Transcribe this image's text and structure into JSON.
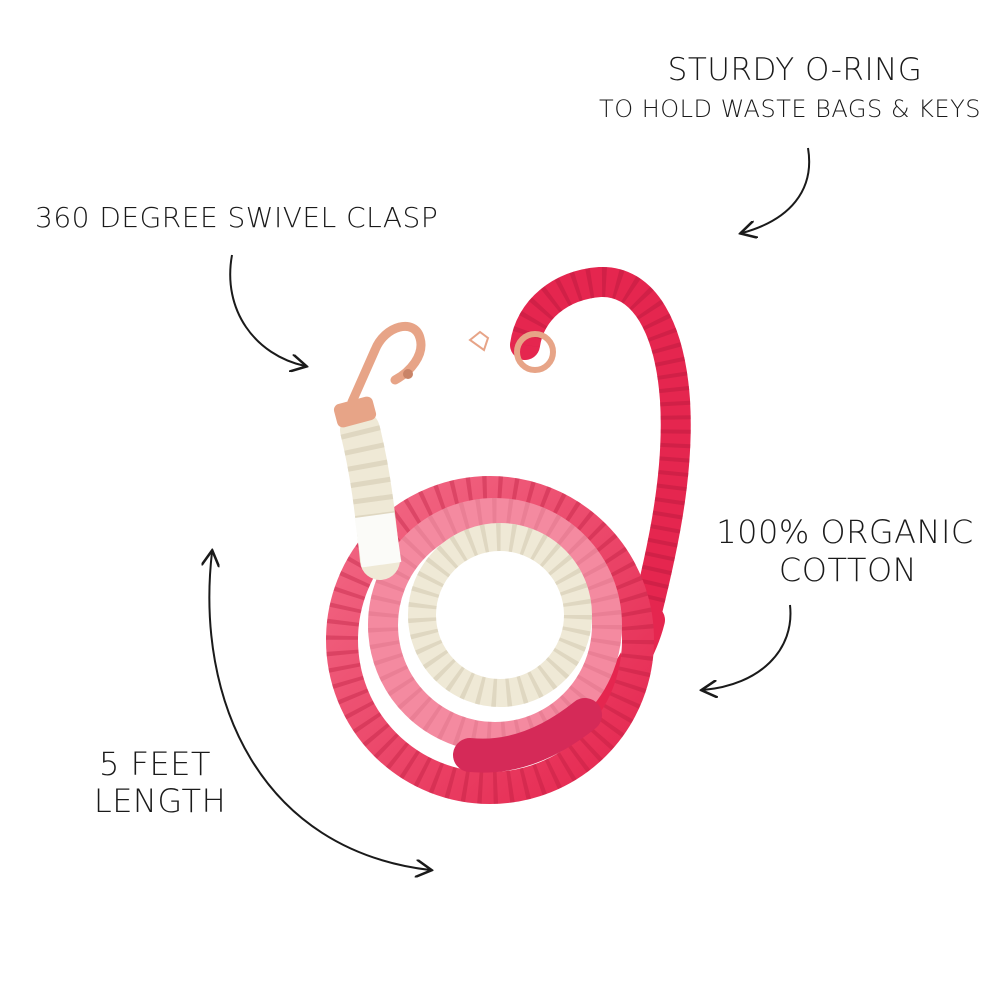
{
  "labels": {
    "oring_title": "STURDY O-RING",
    "oring_sub": "TO HOLD WASTE BAGS & KEYS",
    "clasp": "360 DEGREE SWIVEL CLASP",
    "cotton_line1": "100% ORGANIC",
    "cotton_line2": "COTTON",
    "length_line1": "5 FEET",
    "length_line2": "LENGTH"
  },
  "colors": {
    "red": "#e5264f",
    "pink": "#f48aa0",
    "light_pink": "#f7b9c4",
    "cream": "#efe9d6",
    "rose_gold": "#e7a487",
    "text": "#1a1a1a"
  }
}
